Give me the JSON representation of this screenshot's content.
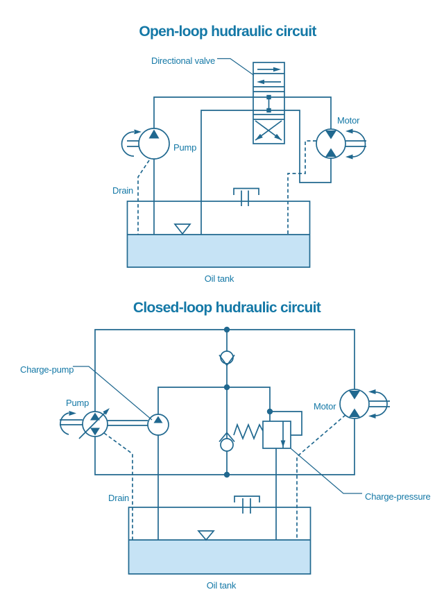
{
  "colors": {
    "line": "#20688F",
    "text": "#1478A6",
    "fluid": "#C6E3F5",
    "background": "#FFFFFF"
  },
  "open_loop": {
    "title": "Open-loop hudraulic circuit",
    "labels": {
      "directional_valve": "Directional valve",
      "pump": "Pump",
      "motor": "Motor",
      "drain": "Drain",
      "oil_tank": "Oil tank"
    }
  },
  "closed_loop": {
    "title": "Closed-loop hudraulic circuit",
    "labels": {
      "charge_pump": "Charge-pump",
      "pump": "Pump",
      "motor": "Motor",
      "drain": "Drain",
      "charge_pressure": "Charge-pressure",
      "oil_tank": "Oil tank"
    }
  }
}
